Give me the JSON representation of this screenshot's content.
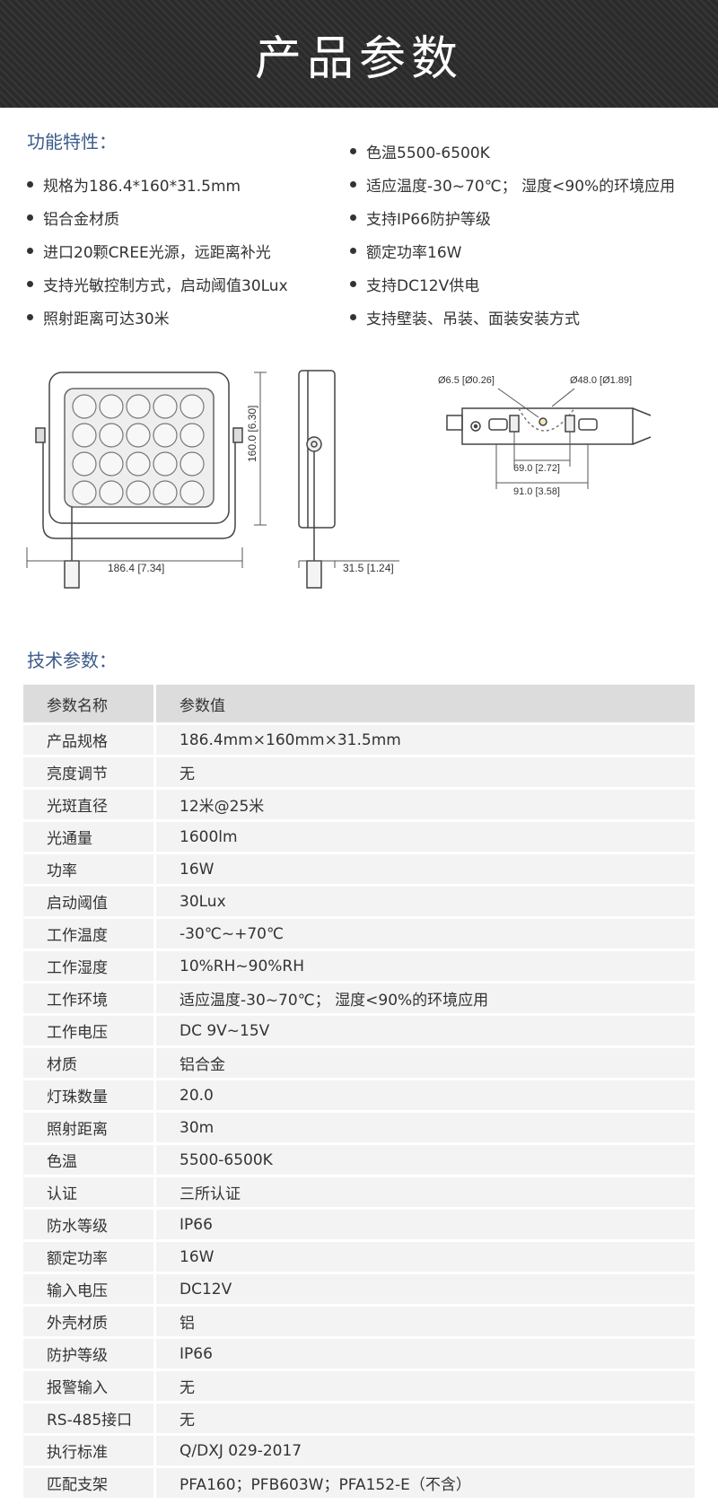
{
  "header": {
    "title": "产品参数"
  },
  "features": {
    "title": "功能特性：",
    "left": [
      "规格为186.4*160*31.5mm",
      "铝合金材质",
      "进口20颗CREE光源，远距离补光",
      "支持光敏控制方式，启动阈值30Lux",
      "照射距离可达30米"
    ],
    "right": [
      "色温5500-6500K",
      "适应温度-30~70℃； 湿度<90%的环境应用",
      "支持IP66防护等级",
      "额定功率16W",
      "支持DC12V供电",
      "支持壁装、吊装、面装安装方式"
    ]
  },
  "drawing": {
    "width_dim": "186.4 [7.34]",
    "height_dim": "160.0 [6.30]",
    "depth_dim": "31.5 [1.24]",
    "hole_small": "Ø6.5 [Ø0.26]",
    "hole_large": "Ø48.0 [Ø1.89]",
    "span_inner": "69.0 [2.72]",
    "span_outer": "91.0 [3.58]"
  },
  "specs": {
    "title": "技术参数：",
    "header": [
      "参数名称",
      "参数值"
    ],
    "rows": [
      [
        "产品规格",
        "186.4mm×160mm×31.5mm"
      ],
      [
        "亮度调节",
        "无"
      ],
      [
        "光斑直径",
        "12米@25米"
      ],
      [
        "光通量",
        "1600lm"
      ],
      [
        "功率",
        "16W"
      ],
      [
        "启动阈值",
        "30Lux"
      ],
      [
        "工作温度",
        "-30℃~+70℃"
      ],
      [
        "工作湿度",
        "10%RH~90%RH"
      ],
      [
        "工作环境",
        "适应温度-30~70℃； 湿度<90%的环境应用"
      ],
      [
        "工作电压",
        "DC 9V~15V"
      ],
      [
        "材质",
        "铝合金"
      ],
      [
        "灯珠数量",
        "20.0"
      ],
      [
        "照射距离",
        "30m"
      ],
      [
        "色温",
        "5500-6500K"
      ],
      [
        "认证",
        "三所认证"
      ],
      [
        "防水等级",
        "IP66"
      ],
      [
        "额定功率",
        "16W"
      ],
      [
        "输入电压",
        "DC12V"
      ],
      [
        "外壳材质",
        "铝"
      ],
      [
        "防护等级",
        "IP66"
      ],
      [
        "报警输入",
        "无"
      ],
      [
        "RS-485接口",
        "无"
      ],
      [
        "执行标准",
        "Q/DXJ 029-2017"
      ],
      [
        "匹配支架",
        "PFA160；PFB603W；PFA152-E（不含）"
      ]
    ]
  }
}
